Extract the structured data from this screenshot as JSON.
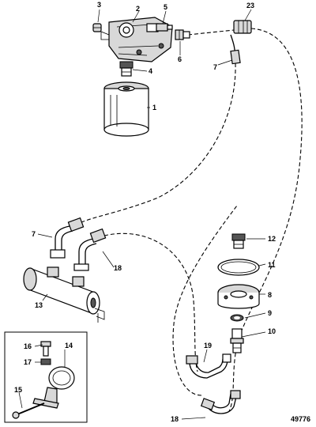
{
  "diagram": {
    "labels": {
      "p1": "1",
      "p2": "2",
      "p3": "3",
      "p4": "4",
      "p5": "5",
      "p6": "6",
      "p7a": "7",
      "p7b": "7",
      "p8": "8",
      "p9": "9",
      "p10": "10",
      "p11": "11",
      "p12": "12",
      "p13": "13",
      "p14": "14",
      "p15": "15",
      "p16": "16",
      "p17": "17",
      "p18a": "18",
      "p18b": "18",
      "p19": "19",
      "p23": "23"
    },
    "figure_number": "49776"
  }
}
